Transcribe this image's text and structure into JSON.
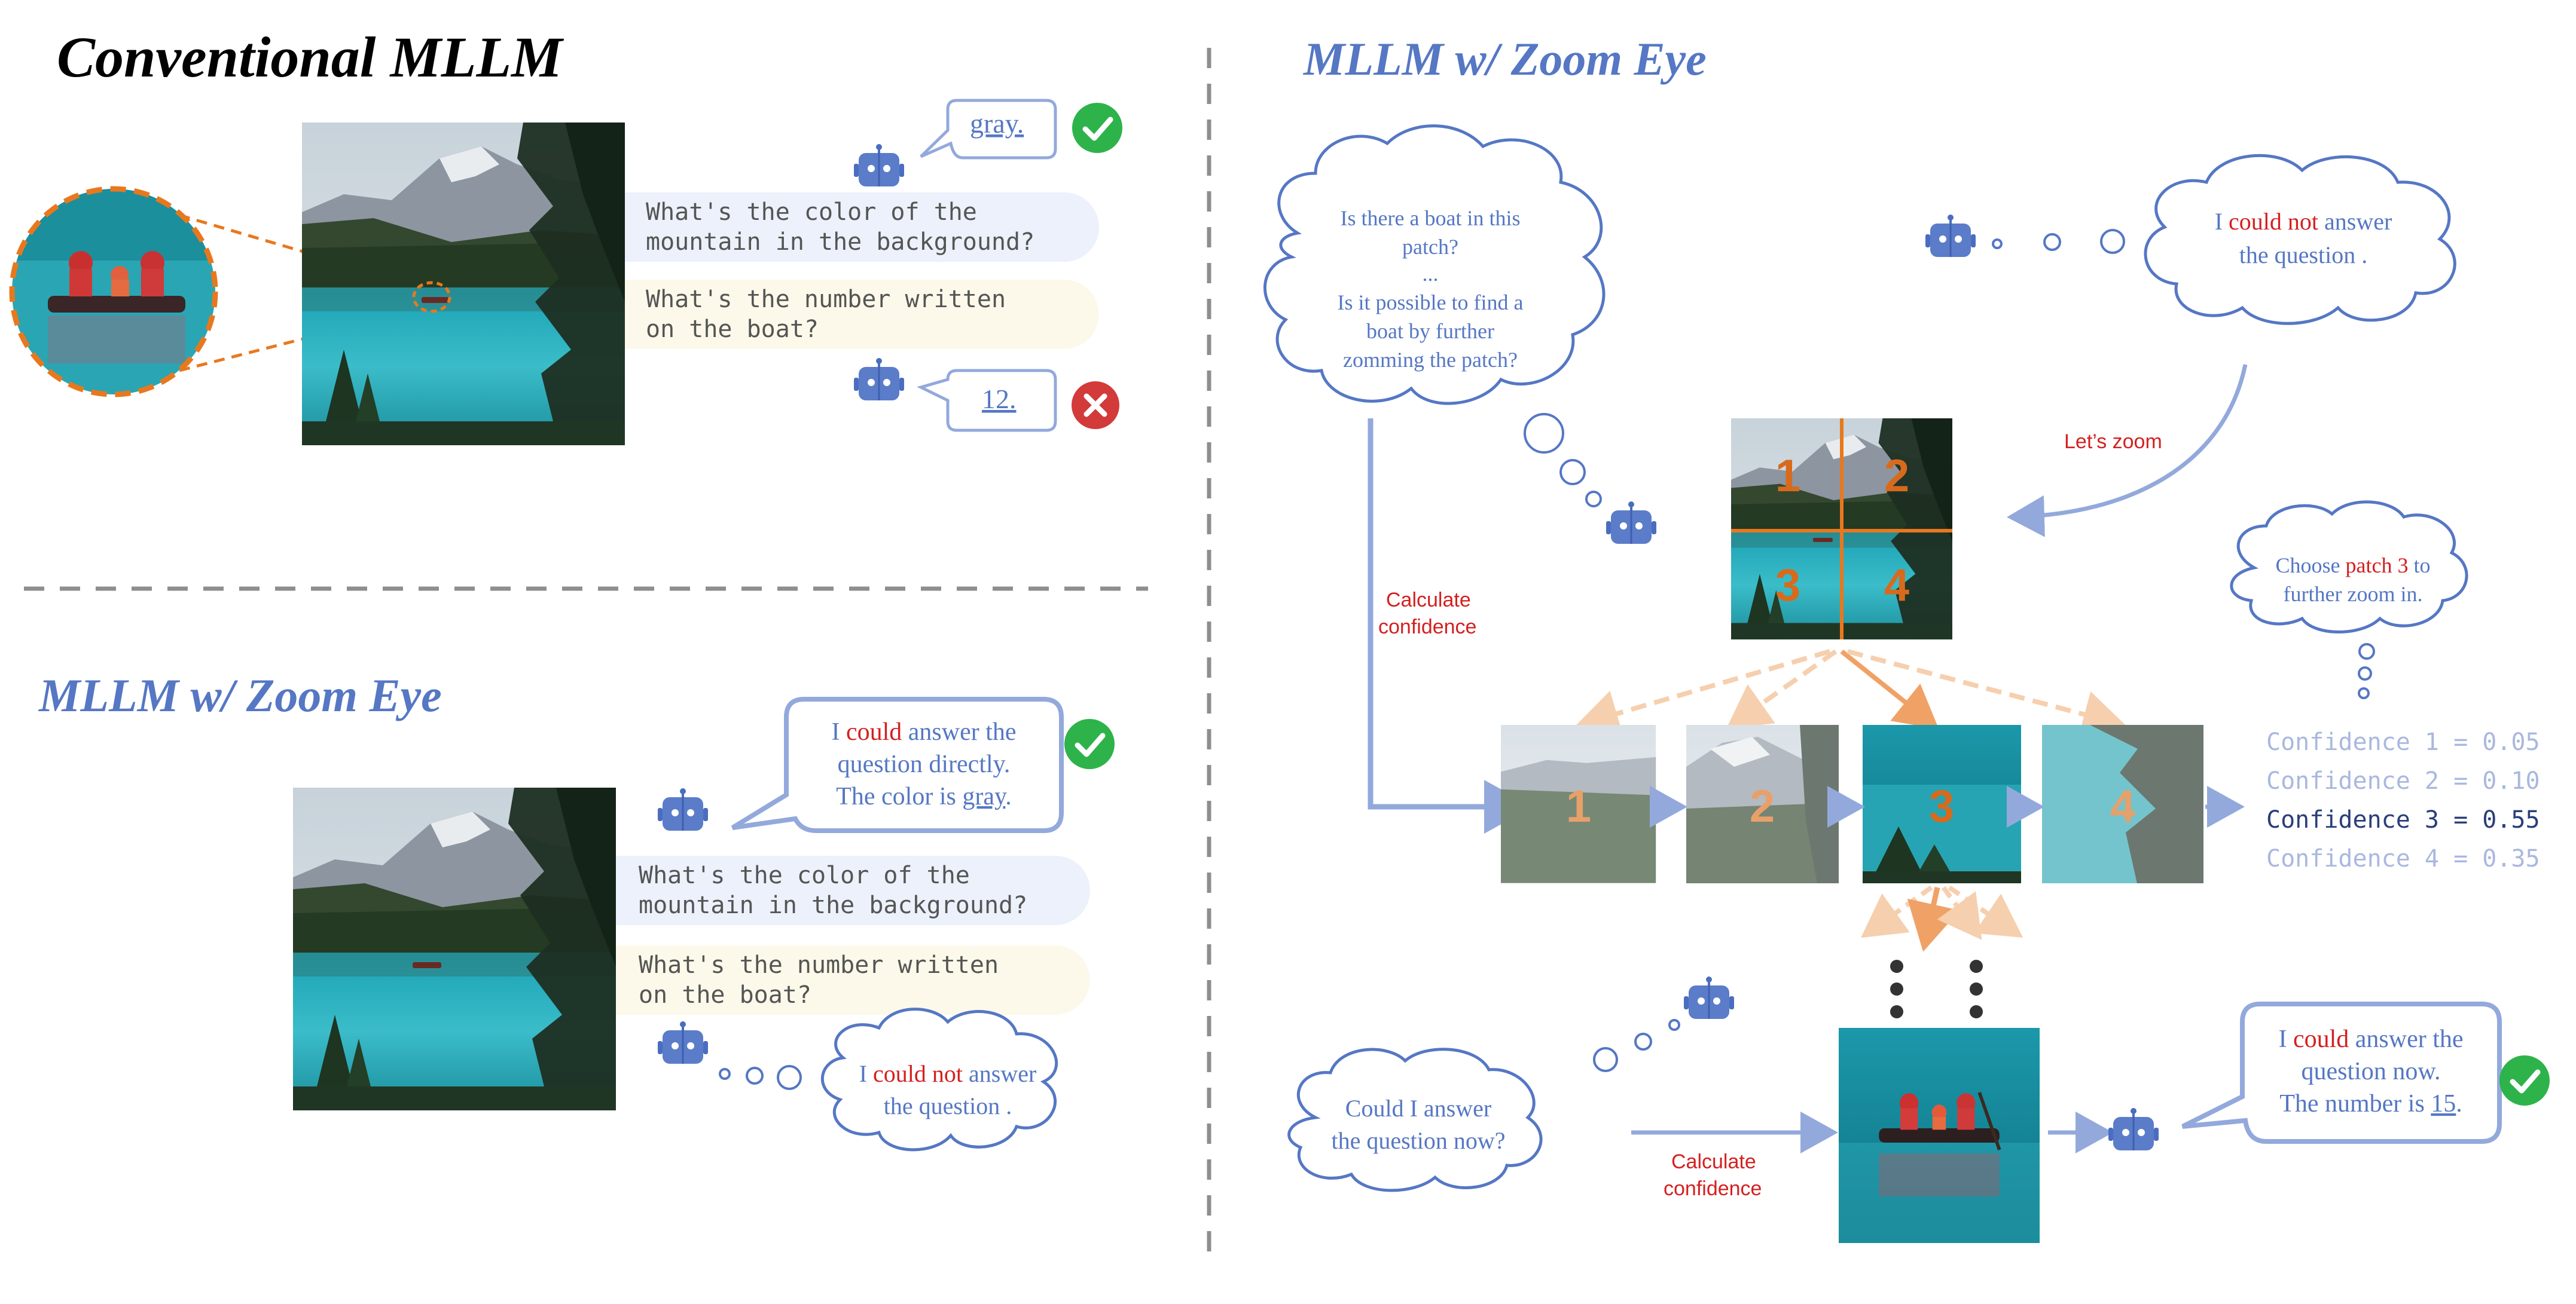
{
  "colors": {
    "accent": "#5577c4",
    "red": "#d42020",
    "orange": "#e8781e",
    "check": "#2db34a",
    "cross": "#d33a3a",
    "chip_blue": "#ecf1fb",
    "chip_yellow": "#fdf9ea",
    "gray_text": "#555555",
    "conf_light": "#aab8df",
    "conf_dark": "#2a3e7a"
  },
  "left_top": {
    "title": "Conventional MLLM",
    "question1_line1": "What's the color of the",
    "question1_line2": "mountain in the background?",
    "question2_line1": "What's the number written",
    "question2_line2": "on the boat?",
    "answer1": "gray.",
    "answer2": "12."
  },
  "left_bottom": {
    "title": "MLLM w/ Zoom Eye",
    "bubble_line1_a": "I ",
    "bubble_line1_b": "could",
    "bubble_line1_c": " answer the",
    "bubble_line2": "question directly.",
    "bubble_line3_a": "The color is ",
    "bubble_line3_b": "gray",
    "bubble_line3_c": ".",
    "question1_line1": "What's the color of the",
    "question1_line2": "mountain in the background?",
    "question2_line1": "What's the number written",
    "question2_line2": "on the boat?",
    "thought_line1_a": "I ",
    "thought_line1_b": "could not",
    "thought_line1_c": " answer",
    "thought_line2": "the question ."
  },
  "right": {
    "title": "MLLM w/ Zoom Eye",
    "cloud1": [
      "Is there a boat in this",
      "patch?",
      "...",
      "Is it possible to find a",
      "boat by further",
      "zomming the patch?"
    ],
    "cloud2_line1_a": "I ",
    "cloud2_line1_b": "could not",
    "cloud2_line1_c": " answer",
    "cloud2_line2": "the question .",
    "lets_zoom": "Let’s zoom",
    "calc1_line1": "Calculate",
    "calc1_line2": "confidence",
    "calc2_line1": "Calculate",
    "calc2_line2": "confidence",
    "grid_labels": [
      "1",
      "2",
      "3",
      "4"
    ],
    "patch_labels": [
      "1",
      "2",
      "3",
      "4"
    ],
    "choose_line1_a": "Choose ",
    "choose_line1_b": "patch 3",
    "choose_line1_c": " to",
    "choose_line2": "further zoom in.",
    "confidences": [
      "Confidence 1 = 0.05",
      "Confidence 2 = 0.10",
      "Confidence 3 = 0.55",
      "Confidence 4 = 0.35"
    ],
    "cloud3_line1": "Could I answer",
    "cloud3_line2": "the question now?",
    "final_line1_a": "I ",
    "final_line1_b": "could",
    "final_line1_c": " answer the",
    "final_line2": "question now.",
    "final_line3_a": "The number is ",
    "final_line3_b": "15",
    "final_line3_c": "."
  }
}
